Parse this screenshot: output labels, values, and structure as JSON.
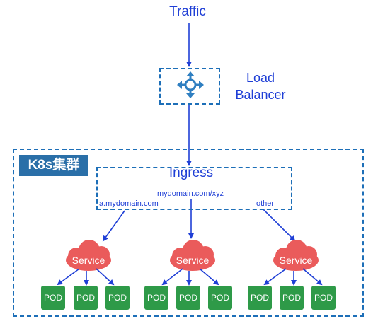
{
  "traffic_label": "Traffic",
  "load_balancer": {
    "line1": "Load",
    "line2": "Balancer"
  },
  "cluster_label": "K8s集群",
  "ingress": {
    "title": "Ingress",
    "routes": [
      "a.mydomain.com",
      "mydomain.com/xyz",
      "other"
    ]
  },
  "services": [
    {
      "label": "Service",
      "pods": [
        "POD",
        "POD",
        "POD"
      ]
    },
    {
      "label": "Service",
      "pods": [
        "POD",
        "POD",
        "POD"
      ]
    },
    {
      "label": "Service",
      "pods": [
        "POD",
        "POD",
        "POD"
      ]
    }
  ],
  "colors": {
    "arrow": "#1f3fd6",
    "dashed_border": "#1d6fb8",
    "cluster_badge": "#2a6fa8",
    "service_cloud": "#ea5b5b",
    "pod": "#2e9a48",
    "load_balancer_icon": "#2f7fc1"
  },
  "icons": {
    "load_balancer": "load-balancer-icon"
  }
}
